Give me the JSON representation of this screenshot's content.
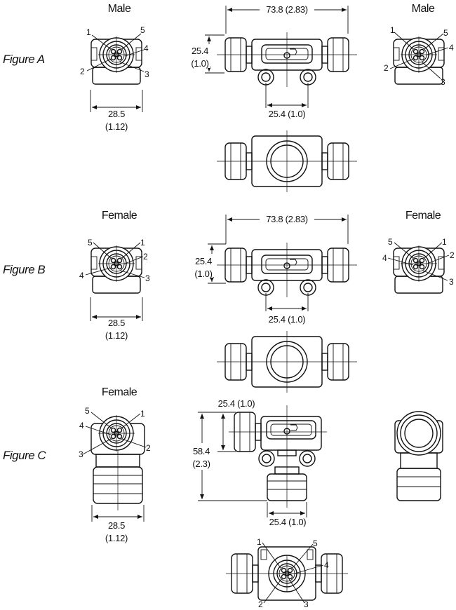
{
  "figures": {
    "a": {
      "label": "Figure A",
      "left_title": "Male",
      "right_title": "Male",
      "width_dim": "28.5",
      "width_dim_in": "(1.12)",
      "length_dim": "73.8 (2.83)",
      "height_dim": "25.4",
      "height_dim_in": "(1.0)",
      "spacing_dim": "25.4 (1.0)",
      "left_pins": [
        "1",
        "5",
        "4",
        "2",
        "3"
      ],
      "right_pins": [
        "1",
        "5",
        "4",
        "2",
        "3"
      ]
    },
    "b": {
      "label": "Figure B",
      "left_title": "Female",
      "right_title": "Female",
      "width_dim": "28.5",
      "width_dim_in": "(1.12)",
      "length_dim": "73.8 (2.83)",
      "height_dim": "25.4",
      "height_dim_in": "(1.0)",
      "spacing_dim": "25.4 (1.0)",
      "left_pins": [
        "5",
        "1",
        "2",
        "4",
        "3"
      ],
      "right_pins": [
        "5",
        "1",
        "2",
        "4",
        "3"
      ]
    },
    "c": {
      "label": "Figure C",
      "left_title": "Female",
      "width_dim": "28.5",
      "width_dim_in": "(1.12)",
      "offset_dim": "25.4 (1.0)",
      "total_height_dim": "58.4",
      "total_height_dim_in": "(2.3)",
      "spacing_dim": "25.4 (1.0)",
      "left_pins": [
        "5",
        "1",
        "4",
        "3",
        "2"
      ],
      "bottom_pins": [
        "1",
        "5",
        "4",
        "2",
        "3"
      ]
    }
  }
}
